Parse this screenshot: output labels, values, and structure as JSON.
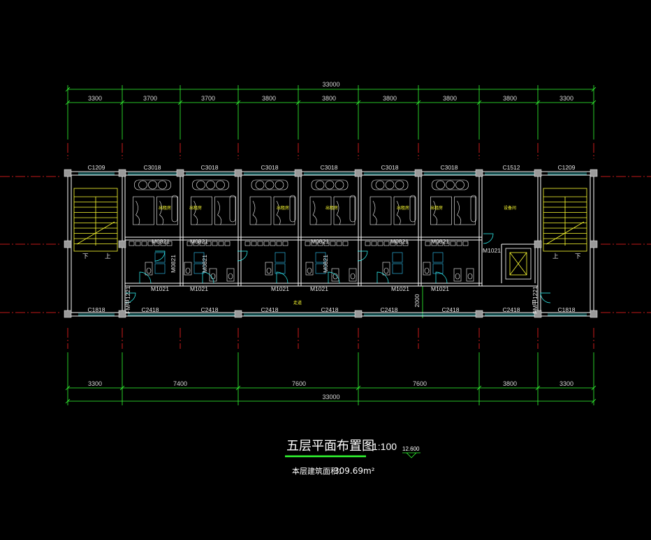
{
  "drawing": {
    "title": "五层平面布置图",
    "scale": "1:100",
    "elevation": "12.600",
    "area_label": "本层建筑面积：",
    "area_value": "309.69m²"
  },
  "top_dims": {
    "total": "33000",
    "bays": [
      "3300",
      "3700",
      "3700",
      "3800",
      "3800",
      "3800",
      "3800",
      "3800",
      "3300"
    ]
  },
  "bottom_dims": {
    "total": "33000",
    "bays": [
      "3300",
      "7400",
      "7600",
      "7600",
      "3800",
      "3300"
    ]
  },
  "windows_top": [
    "C1209",
    "C3018",
    "C3018",
    "C3018",
    "C3018",
    "C3018",
    "C3018",
    "C1512",
    "C1209"
  ],
  "windows_bottom": [
    "C1818",
    "C2418",
    "C2418",
    "C2418",
    "C2418",
    "C2418",
    "C2418",
    "C2418",
    "C1818"
  ],
  "doors_m0821": [
    "M0821",
    "M0821",
    "M0821",
    "M0821",
    "M0821",
    "M0821",
    "M0821",
    "M0821"
  ],
  "doors_m1021": [
    "M1021",
    "M1021",
    "M1021",
    "M1021",
    "M1021",
    "M1021",
    "M1021"
  ],
  "doors_fm": [
    "FM甲1221",
    "FM甲1221"
  ],
  "room_labels": [
    "出租房",
    "出租房",
    "出租房",
    "出租房",
    "出租房",
    "出租房"
  ],
  "stair_labels": [
    "下",
    "上",
    "上",
    "下"
  ],
  "corridor_label": "走道",
  "equipment_label": "设备间",
  "corridor_width": "2000",
  "colors": {
    "wall": "#ffffff",
    "window": "#33cccc",
    "dimension": "#33ff33",
    "axis": "#ff2222",
    "stair": "#ffff33",
    "furniture": "#ffffff",
    "door": "#33ffff"
  }
}
